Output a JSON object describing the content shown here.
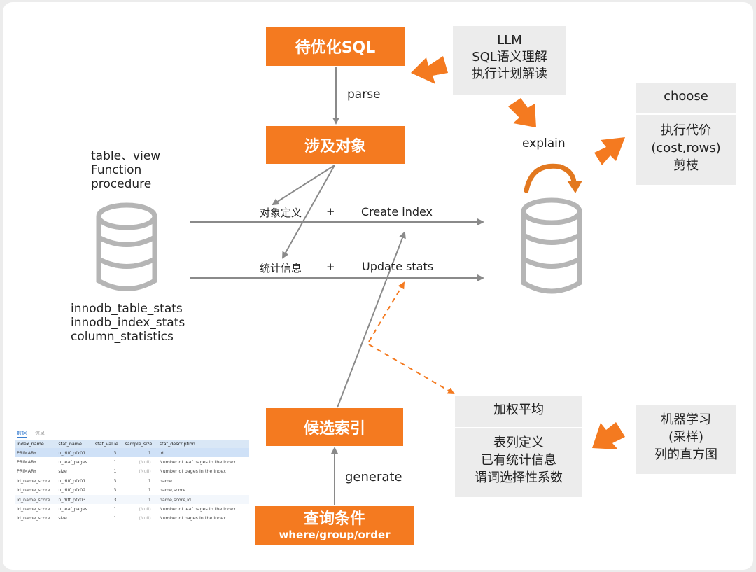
{
  "boxes": {
    "sql": "待优化SQL",
    "objects": "涉及对象",
    "candidate": "候选索引",
    "query_title": "查询条件",
    "query_sub": "where/group/order"
  },
  "llm": [
    "LLM",
    "SQL语义理解",
    "执行计划解读"
  ],
  "choose": {
    "title": "choose",
    "lines": [
      "执行代价",
      "(cost,rows)",
      "剪枝"
    ]
  },
  "weighted": {
    "title": "加权平均",
    "lines": [
      "表列定义",
      "已有统计信息",
      "谓词选择性系数"
    ]
  },
  "ml": [
    "机器学习",
    "(采样)",
    "列的直方图"
  ],
  "labels": {
    "parse": "parse",
    "explain": "explain",
    "generate": "generate",
    "obj_def": "对象定义",
    "plus1": "+",
    "create_index": "Create index",
    "stats_info": "统计信息",
    "plus2": "+",
    "update_stats": "Update stats"
  },
  "db_objects": [
    "table、view",
    "Function",
    "procedure"
  ],
  "db_stats": [
    "innodb_table_stats",
    "innodb_index_stats",
    "column_statistics"
  ],
  "stats_table": {
    "tabs": [
      "数据",
      "信息"
    ],
    "columns": [
      "index_name",
      "stat_name",
      "stat_value",
      "sample_size",
      "stat_description"
    ],
    "rows": [
      [
        "PRIMARY",
        "n_diff_pfx01",
        "3",
        "1",
        "id"
      ],
      [
        "PRIMARY",
        "n_leaf_pages",
        "1",
        "(Null)",
        "Number of leaf pages in the index"
      ],
      [
        "PRIMARY",
        "size",
        "1",
        "(Null)",
        "Number of pages in the index"
      ],
      [
        "id_name_score",
        "n_diff_pfx01",
        "3",
        "1",
        "name"
      ],
      [
        "id_name_score",
        "n_diff_pfx02",
        "3",
        "1",
        "name,score"
      ],
      [
        "id_name_score",
        "n_diff_pfx03",
        "3",
        "1",
        "name,score,id"
      ],
      [
        "id_name_score",
        "n_leaf_pages",
        "1",
        "(Null)",
        "Number of leaf pages in the index"
      ],
      [
        "id_name_score",
        "size",
        "1",
        "(Null)",
        "Number of pages in the index"
      ]
    ]
  },
  "colors": {
    "orange": "#f47a20",
    "gray_box": "#ececec",
    "arrow_gray": "#8a8a8a",
    "db_gray": "#b5b5b5"
  }
}
